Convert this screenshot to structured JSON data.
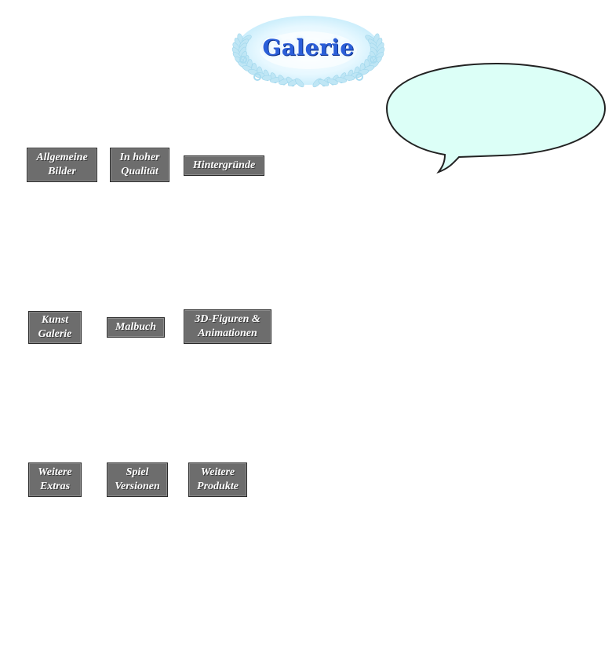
{
  "header": {
    "title": "Galerie"
  },
  "colors": {
    "button_bg": "#6d6d6d",
    "button_text": "#ffffff",
    "bubble_fill": "#dcfff7",
    "laurel": "#bfe6f5",
    "title": "#2b5fd9"
  },
  "icons": {
    "logo": "laurel-wreath-icon",
    "bubble": "speech-bubble-icon"
  },
  "gallery": {
    "row1": [
      {
        "label": "Allgemeine\nBilder"
      },
      {
        "label": "In hoher\nQualität"
      },
      {
        "label": "Hintergründe"
      }
    ],
    "row2": [
      {
        "label": "Kunst\nGalerie"
      },
      {
        "label": "Malbuch"
      },
      {
        "label": "3D-Figuren &\nAnimationen"
      }
    ],
    "row3": [
      {
        "label": "Weitere\nExtras"
      },
      {
        "label": "Spiel\nVersionen"
      },
      {
        "label": "Weitere\nProdukte"
      }
    ]
  }
}
